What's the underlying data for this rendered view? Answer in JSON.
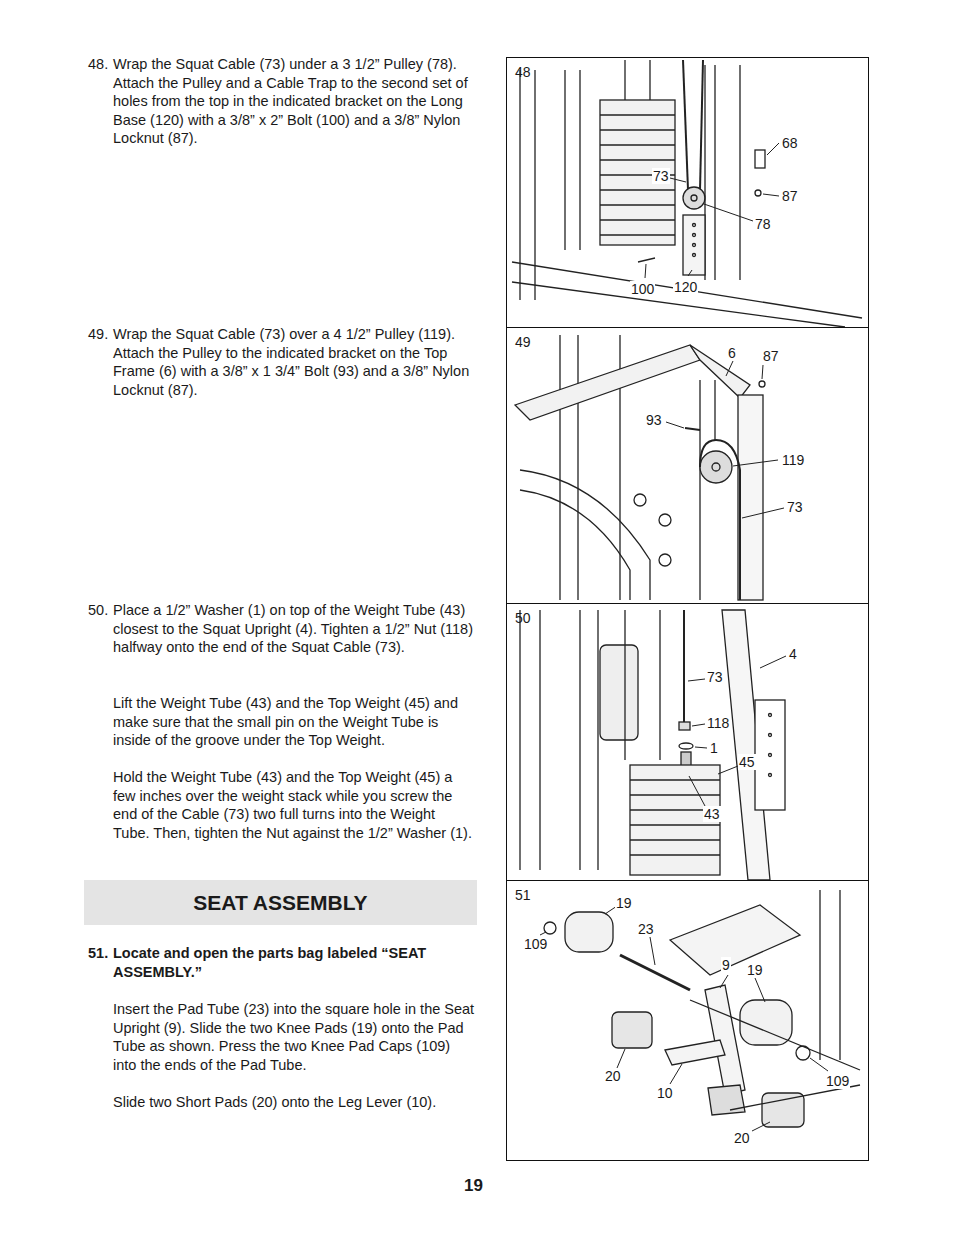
{
  "diagram": {
    "nodes": [
      {
        "text": [
          "48"
        ]
      },
      {
        "text": [
          "49"
        ]
      },
      {
        "text": [
          "50"
        ]
      },
      {
        "text": [
          "SEAT ASSEMBLY"
        ]
      },
      {
        "text": [
          "51"
        ]
      }
    ],
    "labels": [
      "48.",
      "Wrap the Squat Cable (73) under a 3 1/2” Pulley (78). Attach the Pulley and a Cable Trap to the second set of holes from the top in the indicated bracket on the Long Base (120) with a 3/8” x 2” Bolt (100) and a 3/8” Nylon Locknut (87).",
      "49.",
      "Wrap the Squat Cable (73) over a 4 1/2” Pulley (119). Attach the Pulley to the indicated bracket on the Top Frame (6) with a 3/8” x 1 3/4” Bolt (93) and a 3/8” Nylon Locknut (87).",
      "50.",
      "Place a 1/2” Washer (1) on top of the Weight Tube (43) closest to the Squat Upright (4). Tighten a 1/2” Nut (118) halfway onto the end of the Squat Cable (73).",
      "Lift the Weight Tube (43) and the Top Weight (45) and make sure that the small pin on the Weight Tube is inside of the groove under the Top Weight.",
      "Hold the Weight Tube (43) and the Top Weight (45) a few inches over the weight stack while you screw the end of the Cable (73) two full turns into the Weight Tube. Then, tighten the Nut against the 1/2” Washer (1).",
      "51.",
      "Locate and open the parts bag labeled “SEAT ASSEMBLY.”",
      "Insert the Pad Tube (23) into the square hole in the Seat Upright (9). Slide the two Knee Pads (19) onto the Pad Tube as shown. Press the two Knee Pad Caps (109) into the ends of the Pad Tube.",
      "Slide two Short Pads (20) onto the Leg Lever (10).",
      "68",
      "87",
      "73",
      "78",
      "100",
      "120",
      "6",
      "87",
      "93",
      "119",
      "73",
      "4",
      "73",
      "118",
      "1",
      "45",
      "43",
      "19",
      "109",
      "23",
      "9",
      "19",
      "20",
      "10",
      "109",
      "20",
      "19"
    ]
  }
}
